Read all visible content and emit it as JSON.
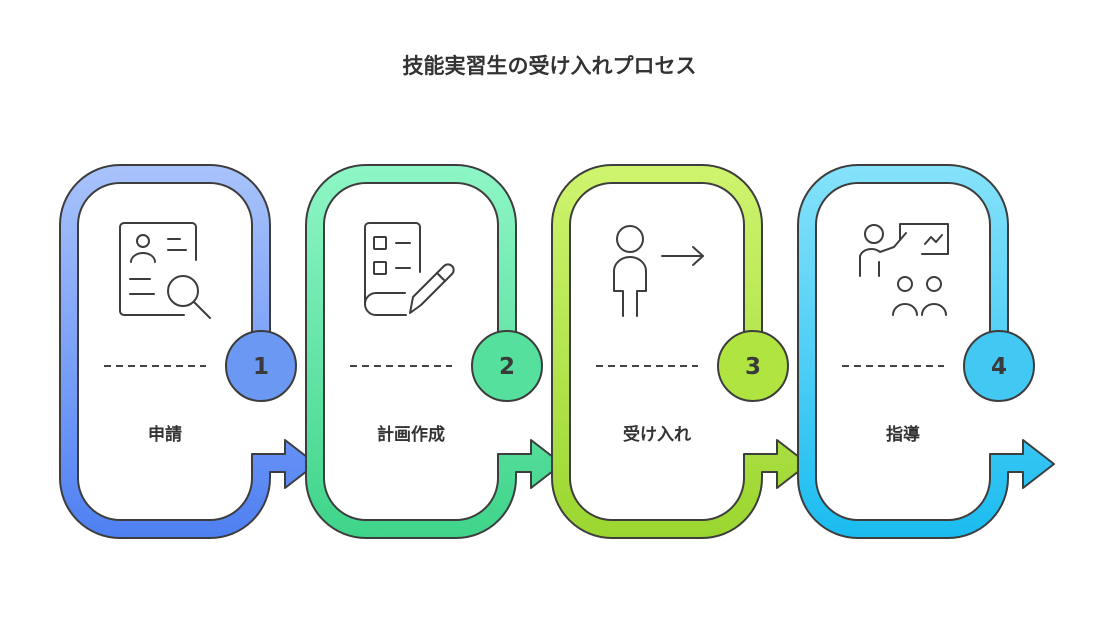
{
  "title": "技能実習生の受け入れプロセス",
  "steps": [
    {
      "number": "1",
      "label": "申請",
      "icon": "applicant-search-icon",
      "color_light": "#a9c3fb",
      "color_dark": "#4f80f2",
      "badge_color": "#6b98f3"
    },
    {
      "number": "2",
      "label": "計画作成",
      "icon": "checklist-pencil-icon",
      "color_light": "#8ef6c6",
      "color_dark": "#3fd48a",
      "badge_color": "#55e19d"
    },
    {
      "number": "3",
      "label": "受け入れ",
      "icon": "person-arrow-icon",
      "color_light": "#cff46f",
      "color_dark": "#9bd630",
      "badge_color": "#b0e440"
    },
    {
      "number": "4",
      "label": "指導",
      "icon": "teacher-presentation-icon",
      "color_light": "#86e2fb",
      "color_dark": "#1bbcf0",
      "badge_color": "#42c8f2"
    }
  ]
}
